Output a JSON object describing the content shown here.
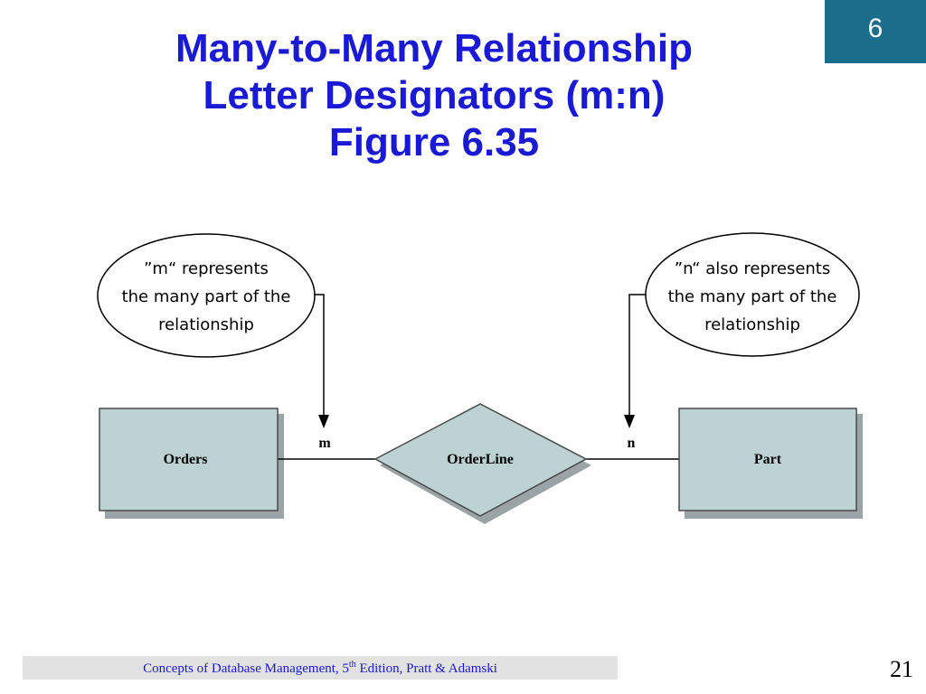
{
  "slide": {
    "chapter": "6",
    "title_lines": [
      "Many-to-Many Relationship",
      "Letter Designators (m:n)",
      "Figure 6.35"
    ],
    "page_number": "21"
  },
  "diagram": {
    "callout_left": [
      "”m“ represents",
      "the many part of the",
      "relationship"
    ],
    "callout_right": [
      "”n“ also represents",
      "the many part of the",
      "relationship"
    ],
    "entity_left": "Orders",
    "relationship": "OrderLine",
    "entity_right": "Part",
    "cardinality_left": "m",
    "cardinality_right": "n"
  },
  "footer": {
    "before": "Concepts of Database Management, 5",
    "superscript": "th",
    "after": " Edition, Pratt & Adamski"
  },
  "colors": {
    "title": "#1a1ad4",
    "badge": "#1b6d8c",
    "shape_fill": "#bcd2d3",
    "footer_bar": "#e2e2e2"
  }
}
